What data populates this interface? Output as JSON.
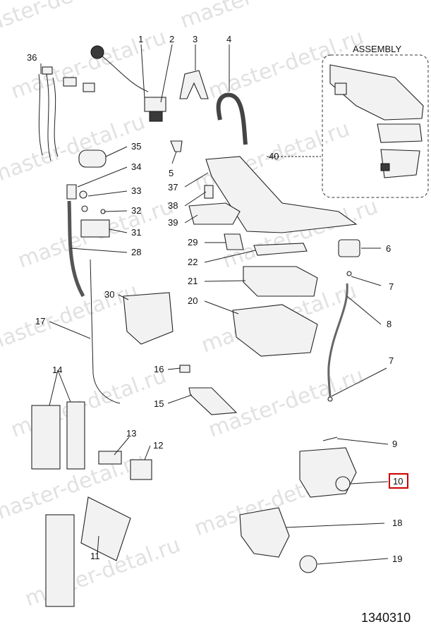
{
  "watermark": "master-detal.ru",
  "assembly_label": "ASSEMBLY",
  "diagram_id": "1340310",
  "highlight_color": "#cc0000",
  "highlighted_part": "10",
  "callouts": [
    "1",
    "2",
    "3",
    "4",
    "5",
    "6",
    "7",
    "7",
    "8",
    "9",
    "10",
    "11",
    "12",
    "13",
    "14",
    "15",
    "16",
    "17",
    "18",
    "19",
    "20",
    "21",
    "22",
    "29",
    "28",
    "30",
    "31",
    "32",
    "33",
    "34",
    "35",
    "36",
    "37",
    "38",
    "39",
    "40"
  ]
}
